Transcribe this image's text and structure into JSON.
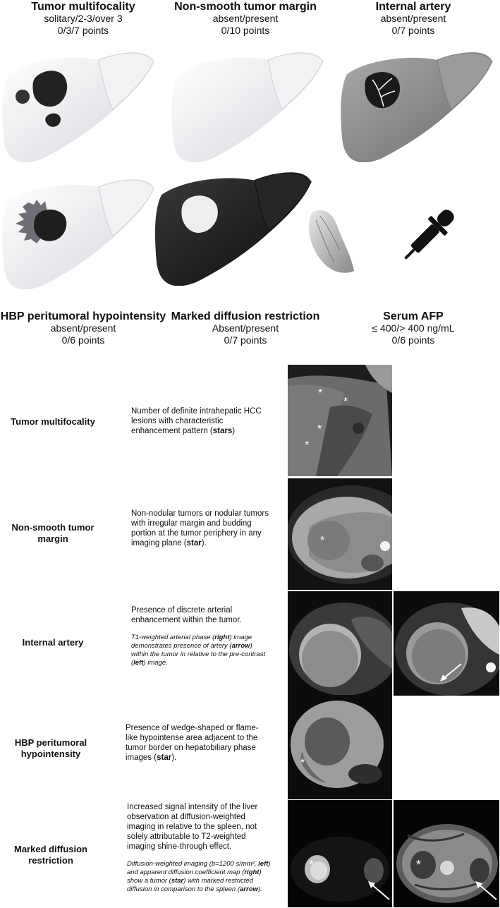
{
  "features_top": [
    {
      "title": "Tumor multifocality",
      "options": "solitary/2-3/over 3",
      "points": "0/3/7 points"
    },
    {
      "title": "Non-smooth tumor margin",
      "options": "absent/present",
      "points": "0/10 points"
    },
    {
      "title": "Internal artery",
      "options": "absent/present",
      "points": "0/7 points"
    }
  ],
  "features_bottom": [
    {
      "title": "HBP peritumoral hypointensity",
      "options": "absent/present",
      "points": "0/6 points"
    },
    {
      "title": "Marked diffusion restriction",
      "options": "Absent/present",
      "points": "0/7 points"
    },
    {
      "title": "Serum AFP",
      "options": "≤ 400/> 400 ng/mL",
      "points": "0/6 points"
    }
  ],
  "icons": {
    "liver": "liver-icon",
    "spleen": "spleen-icon",
    "dropper": "dropper-icon"
  },
  "table": [
    {
      "label": "Tumor multifocality",
      "desc": [
        "Number of definite intrahepatic HCC lesions with characteristic enhancement pattern (",
        "stars",
        ")"
      ],
      "note": ""
    },
    {
      "label": "Non-smooth tumor margin",
      "desc": [
        "Non-nodular tumors or nodular tumors with irregular margin and budding portion at the tumor periphery in any imaging plane (",
        "star",
        ")."
      ],
      "note": ""
    },
    {
      "label": "Internal artery",
      "desc": [
        "Presence of discrete arterial enhancement within the tumor.",
        "",
        ""
      ],
      "note": [
        "T1-weighted arterial phase (",
        "right",
        ") image demonstrates presence of artery (",
        "arrow",
        ") within the tumor in relative to the pre-contrast (",
        "left",
        ") image."
      ]
    },
    {
      "label": "HBP peritumoral hypointensity",
      "desc": [
        "Presence of wedge-shaped or flame-like hypointense area adjacent to the tumor border on hepatobiliary phase images (",
        "star",
        ")."
      ],
      "note": ""
    },
    {
      "label": "Marked diffusion restriction",
      "desc": [
        "Increased signal intensity of the liver observation at diffusion-weighted imaging in relative to the spleen, not solely attributable to T2-weighted imaging shine-through effect.",
        "",
        ""
      ],
      "note": [
        "Diffusion-weighted imaging (b=1200 s/mm², ",
        "left",
        ") and apparent diffusion coefficient map (",
        "right",
        ") show a tumor (",
        "star",
        ") with marked restricted diffusion in comparison to the spleen (",
        "arrow",
        ")."
      ]
    }
  ],
  "markers": {
    "star": "*",
    "arrow": "arrow-icon"
  },
  "colors": {
    "liver_light": "#e9eaee",
    "liver_gray": "#8a8a8c",
    "liver_dark": "#1c1c1c",
    "tumor": "#222222"
  }
}
